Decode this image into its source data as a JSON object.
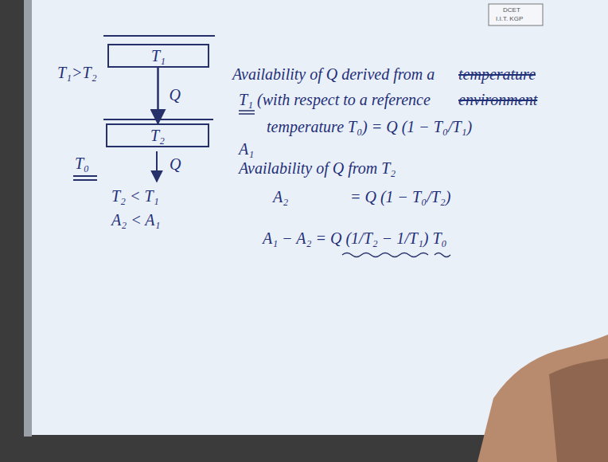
{
  "diagram": {
    "nodes": [
      {
        "text": [
          "T₁"
        ]
      },
      {
        "text": [
          "T₂"
        ]
      }
    ],
    "edges": [
      {
        "from": 0,
        "to": 1,
        "arrow": "to",
        "label": "Q"
      }
    ],
    "labels": [
      "DCET",
      "I.I.T. KGP",
      "T₁>T₂",
      "Q",
      "T₀",
      "T₂ < T₁",
      "A₂ < A₁",
      "Availability of Q derived from a",
      "temperature",
      "T₁ (with respect to a reference",
      "environment",
      "A₁",
      "temperature T₀) = Q (1 − T₀/T₁)",
      "Availability of Q from T₂",
      "A₂",
      "= Q (1 − T₀/T₂)",
      "A₁ − A₂ = Q (1/T₂ − 1/T₁) T₀"
    ]
  }
}
